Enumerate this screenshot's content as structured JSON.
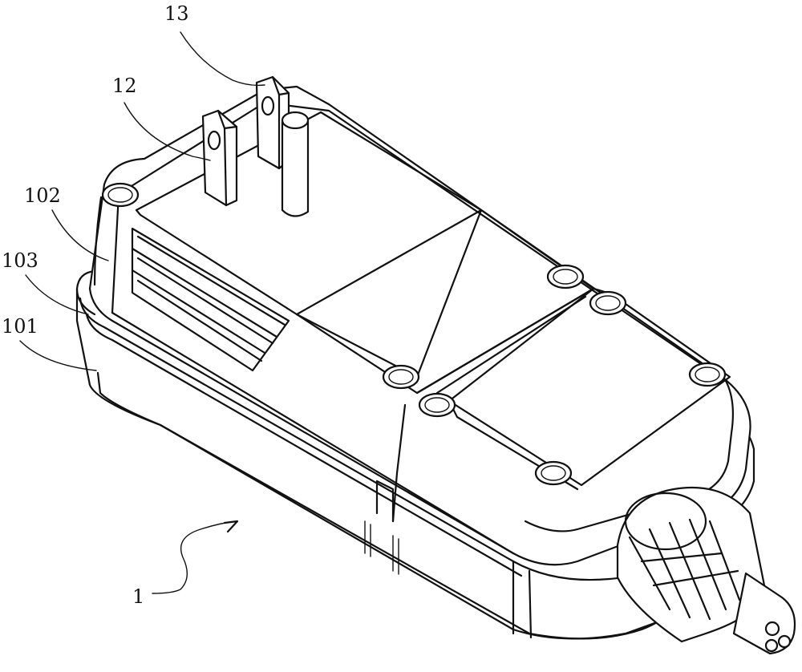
{
  "diagram": {
    "labels": {
      "device": "1",
      "bottom_shell": "101",
      "top_shell": "102",
      "seam": "103",
      "prong_left": "12",
      "prong_right": "13"
    },
    "colors": {
      "line": "#111111",
      "background": "#ffffff"
    }
  }
}
